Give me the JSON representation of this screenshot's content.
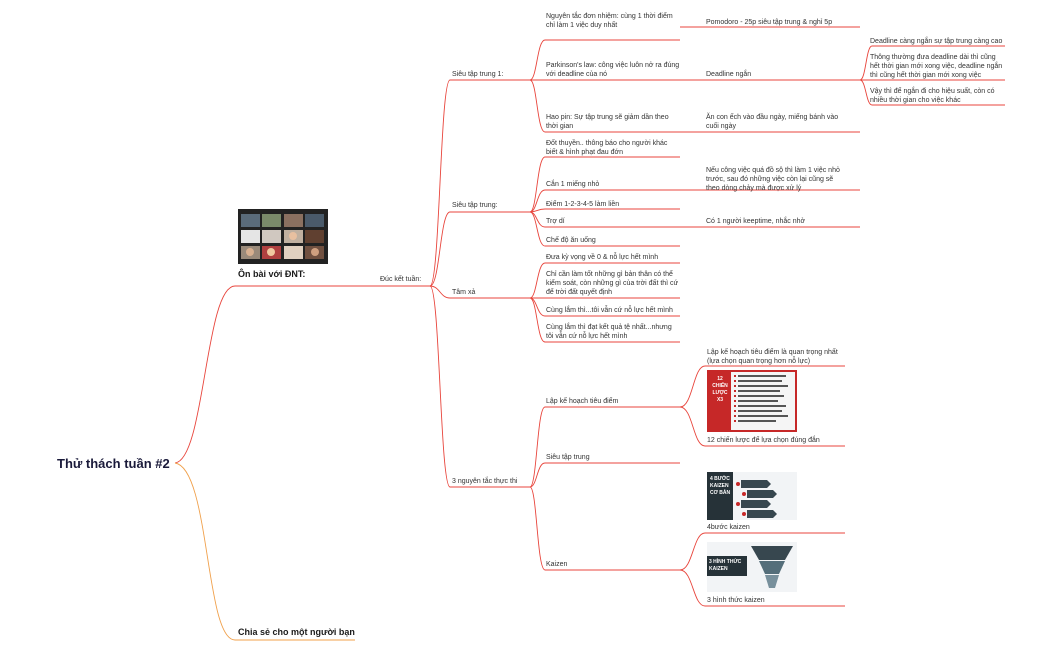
{
  "root": "Thử thách tuần #2",
  "on_bai": {
    "title": "Ôn bài với ĐNT:",
    "week_review": "Đúc kết tuần:"
  },
  "chia_se": "Chia sẻ cho một người bạn",
  "branches": {
    "sieu_tap_trung_1": {
      "label": "Siêu tập trung 1:",
      "item1": "Nguyên tắc đơn nhiệm: cùng 1 thời điểm\nchỉ làm 1 việc duy nhất",
      "item1_note": "Pomodoro - 25p siêu tập trung & nghỉ 5p",
      "item2": "Parkinson's law: công việc luôn nở ra đúng\nvới deadline của nó",
      "item2_note": "Deadline ngắn",
      "deadline_notes": [
        "Deadline càng ngắn sự tập trung càng cao",
        "Thông thường đưa deadline dài thì cũng\nhết thời gian mới xong việc, deadline ngắn\nthì cũng hết thời gian mới xong việc",
        "Vậy thì để ngắn đi cho hiệu suất, còn có\nnhiều thời gian cho việc khác"
      ],
      "item3": "Hao pin: Sự tập trung sẽ giảm dần theo\nthời gian",
      "item3_note": "Ăn con ếch vào đầu ngày, miếng bánh vào\ncuối ngày"
    },
    "sieu_tap_trung": {
      "label": "Siêu tập trung:",
      "item1": "Đốt thuyền.. thông báo cho người khác\nbiết & hình phạt đau đớn",
      "item2": "Cắn 1 miếng nhỏ",
      "item2_note": "Nếu công việc quá đồ sộ thì làm 1 việc nhỏ\ntrước, sau đó những việc còn lại cũng sẽ\ntheo dòng chảy mà được xử lý",
      "item3": "Điểm 1-2-3-4-5 làm liền",
      "item4": "Trợ dí",
      "item4_note": "Có 1 người keeptime, nhắc nhở",
      "item5": "Chế độ ăn uống"
    },
    "tam_xa": {
      "label": "Tâm xả",
      "item1": "Đưa kỳ vọng về 0 & nỗ lực hết mình",
      "item2": "Chỉ cần làm tốt những gì bản thân có thể\nkiểm soát, còn những gì của trời đất thì cứ\nđể trời đất quyết định",
      "item3": "Cùng lắm thì...tôi vẫn cứ nỗ lực hết mình",
      "item4": "Cùng lắm thì đạt kết quả tệ nhất...nhưng\ntôi vẫn cứ nỗ lực hết mình"
    },
    "nguyen_tac": {
      "label": "3 nguyên tắc thực thi",
      "item1": "Lập kế hoạch tiêu điểm",
      "item1_note": "Lập kế hoạch tiêu điểm là quan trọng nhất\n(lựa chọn quan trọng hơn nỗ lực)",
      "item1_caption": "12 chiến lược để lựa chọn đúng đắn",
      "item2": "Siêu tập trung",
      "item3": "Kaizen",
      "kaizen_caption1": "4bước kaizen",
      "kaizen_caption2": "3 hình thức kaizen"
    }
  },
  "images": {
    "strategy_title": "12\nCHIẾN\nLƯỢC\nX3",
    "kaizen1_title": "4 BƯỚC\nKAIZEN\nCƠ BẢN",
    "kaizen2_title": "3 HÌNH THỨC\nKAIZEN"
  },
  "colors": {
    "branch": "#e8453c",
    "secondary": "#f0a04b",
    "root": "#1a1a3a"
  }
}
